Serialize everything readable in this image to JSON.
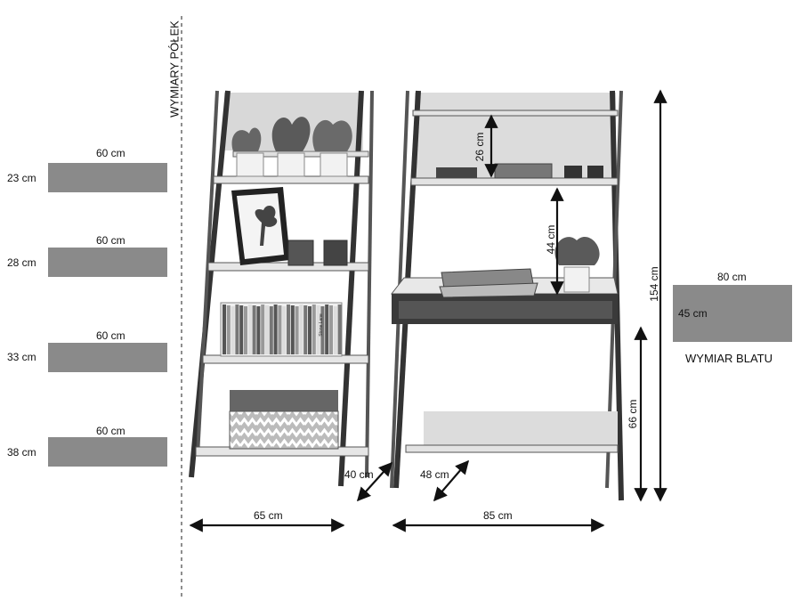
{
  "section_title": "WYMIARY PÓŁEK",
  "shelves": [
    {
      "width": "60 cm",
      "height": "23 cm"
    },
    {
      "width": "60 cm",
      "height": "28 cm"
    },
    {
      "width": "60 cm",
      "height": "33 cm"
    },
    {
      "width": "60 cm",
      "height": "38 cm"
    }
  ],
  "bookcase": {
    "width": "65 cm",
    "depth": "40 cm"
  },
  "desk": {
    "width": "85 cm",
    "depth": "48 cm",
    "total_height": "154 cm",
    "desk_height": "66 cm",
    "upper_gap": "26 cm",
    "lower_gap": "44 cm"
  },
  "tabletop": {
    "width": "80 cm",
    "depth": "45 cm",
    "caption": "WYMIAR BLATU"
  },
  "book_spine_text": "Stone Lane"
}
